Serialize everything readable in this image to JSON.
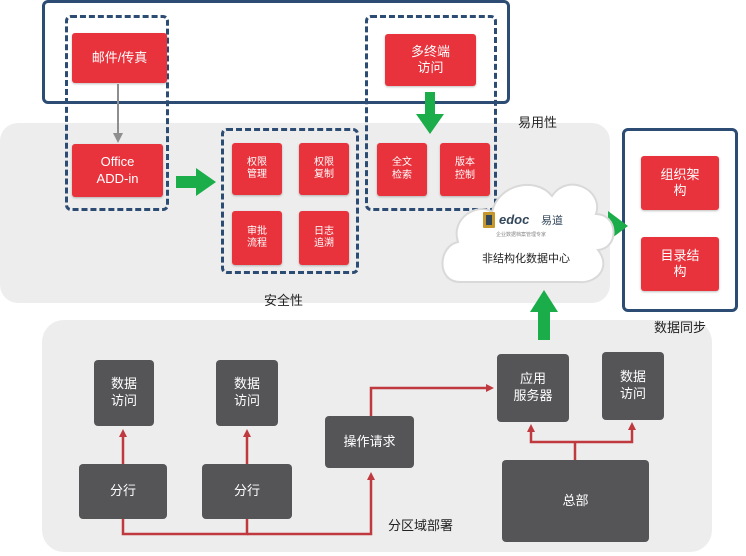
{
  "groups": {
    "ease": "易用性",
    "security": "安全性",
    "sync": "数据同步",
    "regional": "分区域部署"
  },
  "top_row": {
    "mail_fax": "邮件/传真",
    "multi_terminal": "多终端\n访问"
  },
  "office": "Office\nADD-in",
  "security_boxes": {
    "permission_mgmt": "权限\n管理",
    "permission_copy": "权限\n复制",
    "approval_flow": "审批\n流程",
    "log_trace": "日志\n追溯"
  },
  "search_boxes": {
    "fulltext": "全文\n检索",
    "version": "版本\n控制"
  },
  "center": {
    "logo_text": "edoc",
    "logo_cn": "易道",
    "logo_tagline": "企业数据档案管理专家",
    "title": "非结构化数据中心"
  },
  "sync_boxes": {
    "org": "组织架\n构",
    "dir": "目录结\n构"
  },
  "regional": {
    "data_access_1": "数据\n访问",
    "data_access_2": "数据\n访问",
    "branch_1": "分行",
    "branch_2": "分行",
    "request": "操作请求",
    "app_server": "应用\n服务器",
    "data_access_3": "数据\n访问",
    "hq": "总部"
  },
  "colors": {
    "frame_blue": "#2d4c73",
    "red_box": "#e8323c",
    "grey_box": "#555558",
    "panel_grey": "#ededed",
    "arrow_green": "#1aad4a",
    "connector_red": "#c0393f"
  }
}
